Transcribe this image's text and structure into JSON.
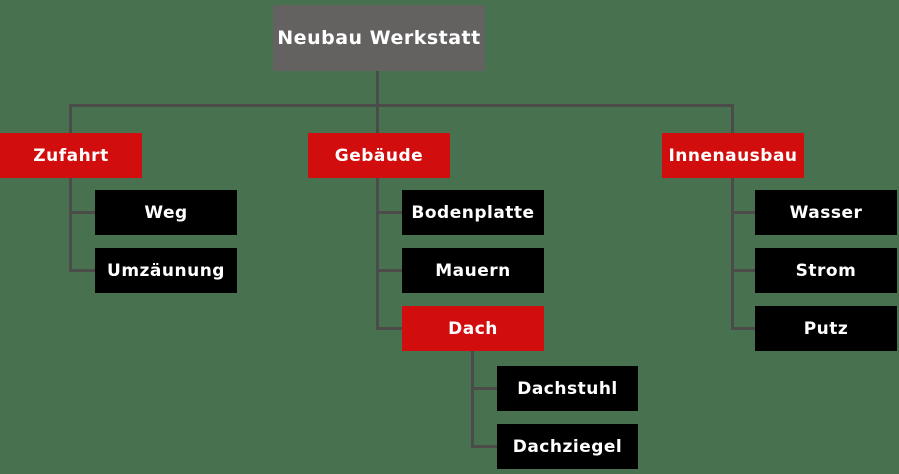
{
  "diagram": {
    "type": "tree",
    "title": "Neubau Werkstatt",
    "colors": {
      "background": "#487150",
      "root_bg": "#646161",
      "branch_bg": "#d20d0d",
      "leaf_bg": "#000000",
      "line": "#4b4b49",
      "text": "#ffffff"
    },
    "root": {
      "label": "Neubau Werkstatt"
    },
    "branches": [
      {
        "label": "Zufahrt",
        "children": [
          {
            "label": "Weg"
          },
          {
            "label": "Umzäunung"
          }
        ]
      },
      {
        "label": "Gebäude",
        "children": [
          {
            "label": "Bodenplatte"
          },
          {
            "label": "Mauern"
          },
          {
            "label": "Dach",
            "children": [
              {
                "label": "Dachstuhl"
              },
              {
                "label": "Dachziegel"
              }
            ]
          }
        ]
      },
      {
        "label": "Innenausbau",
        "children": [
          {
            "label": "Wasser"
          },
          {
            "label": "Strom"
          },
          {
            "label": "Putz"
          }
        ]
      }
    ]
  }
}
